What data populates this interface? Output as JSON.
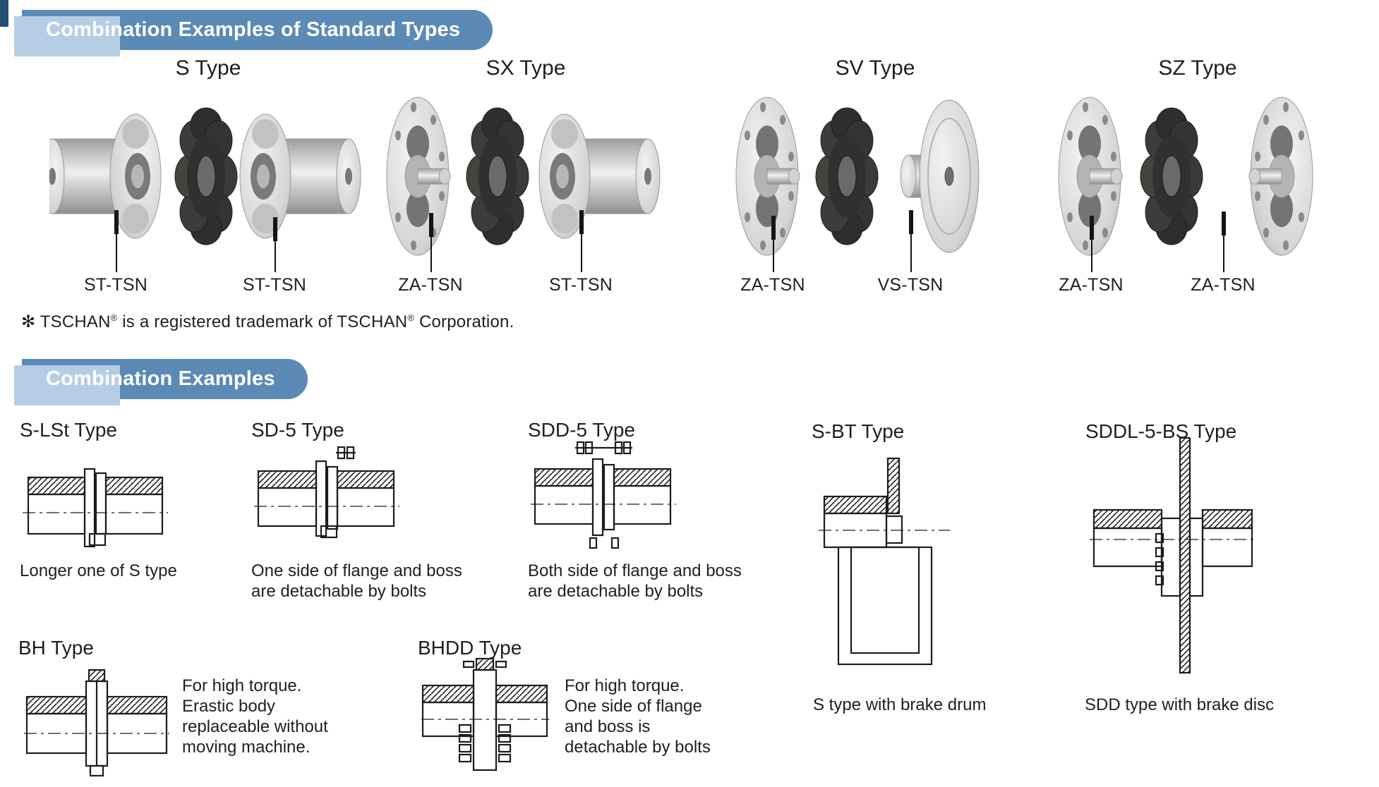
{
  "colors": {
    "banner_blue": "#5b8ab6",
    "banner_light_blue": "#b5cee4",
    "ink": "#1f1f1f"
  },
  "standard_section": {
    "banner_label": "Combination Examples of Standard Types",
    "couplings": [
      {
        "title": "S Type",
        "left_label": "ST-TSN",
        "right_label": "ST-TSN"
      },
      {
        "title": "SX Type",
        "left_label": "ZA-TSN",
        "right_label": "ST-TSN"
      },
      {
        "title": "SV Type",
        "left_label": "ZA-TSN",
        "right_label": "VS-TSN"
      },
      {
        "title": "SZ Type",
        "left_label": "ZA-TSN",
        "right_label": "ZA-TSN"
      }
    ],
    "trademark": {
      "asterisk": "✻",
      "part1": " TSCHAN",
      "reg": "®",
      "part2": " is a registered trademark of TSCHAN",
      "part3": " Corporation."
    }
  },
  "combination_section": {
    "banner_label": "Combination Examples",
    "examples": [
      {
        "title": "S-LSt Type",
        "description": "Longer one of S type"
      },
      {
        "title": "SD-5 Type",
        "description": "One side of flange and boss\nare detachable by bolts"
      },
      {
        "title": "SDD-5 Type",
        "description": "Both side of flange and boss\nare detachable by bolts"
      },
      {
        "title": "S-BT Type",
        "description": "S type with brake drum"
      },
      {
        "title": "SDDL-5-BS Type",
        "description": "SDD type with brake disc"
      },
      {
        "title": "BH Type",
        "description": "For high torque.\nErastic body\nreplaceable without\nmoving machine."
      },
      {
        "title": "BHDD Type",
        "description": "For high torque.\nOne side of flange\nand boss is\ndetachable by bolts"
      }
    ]
  }
}
